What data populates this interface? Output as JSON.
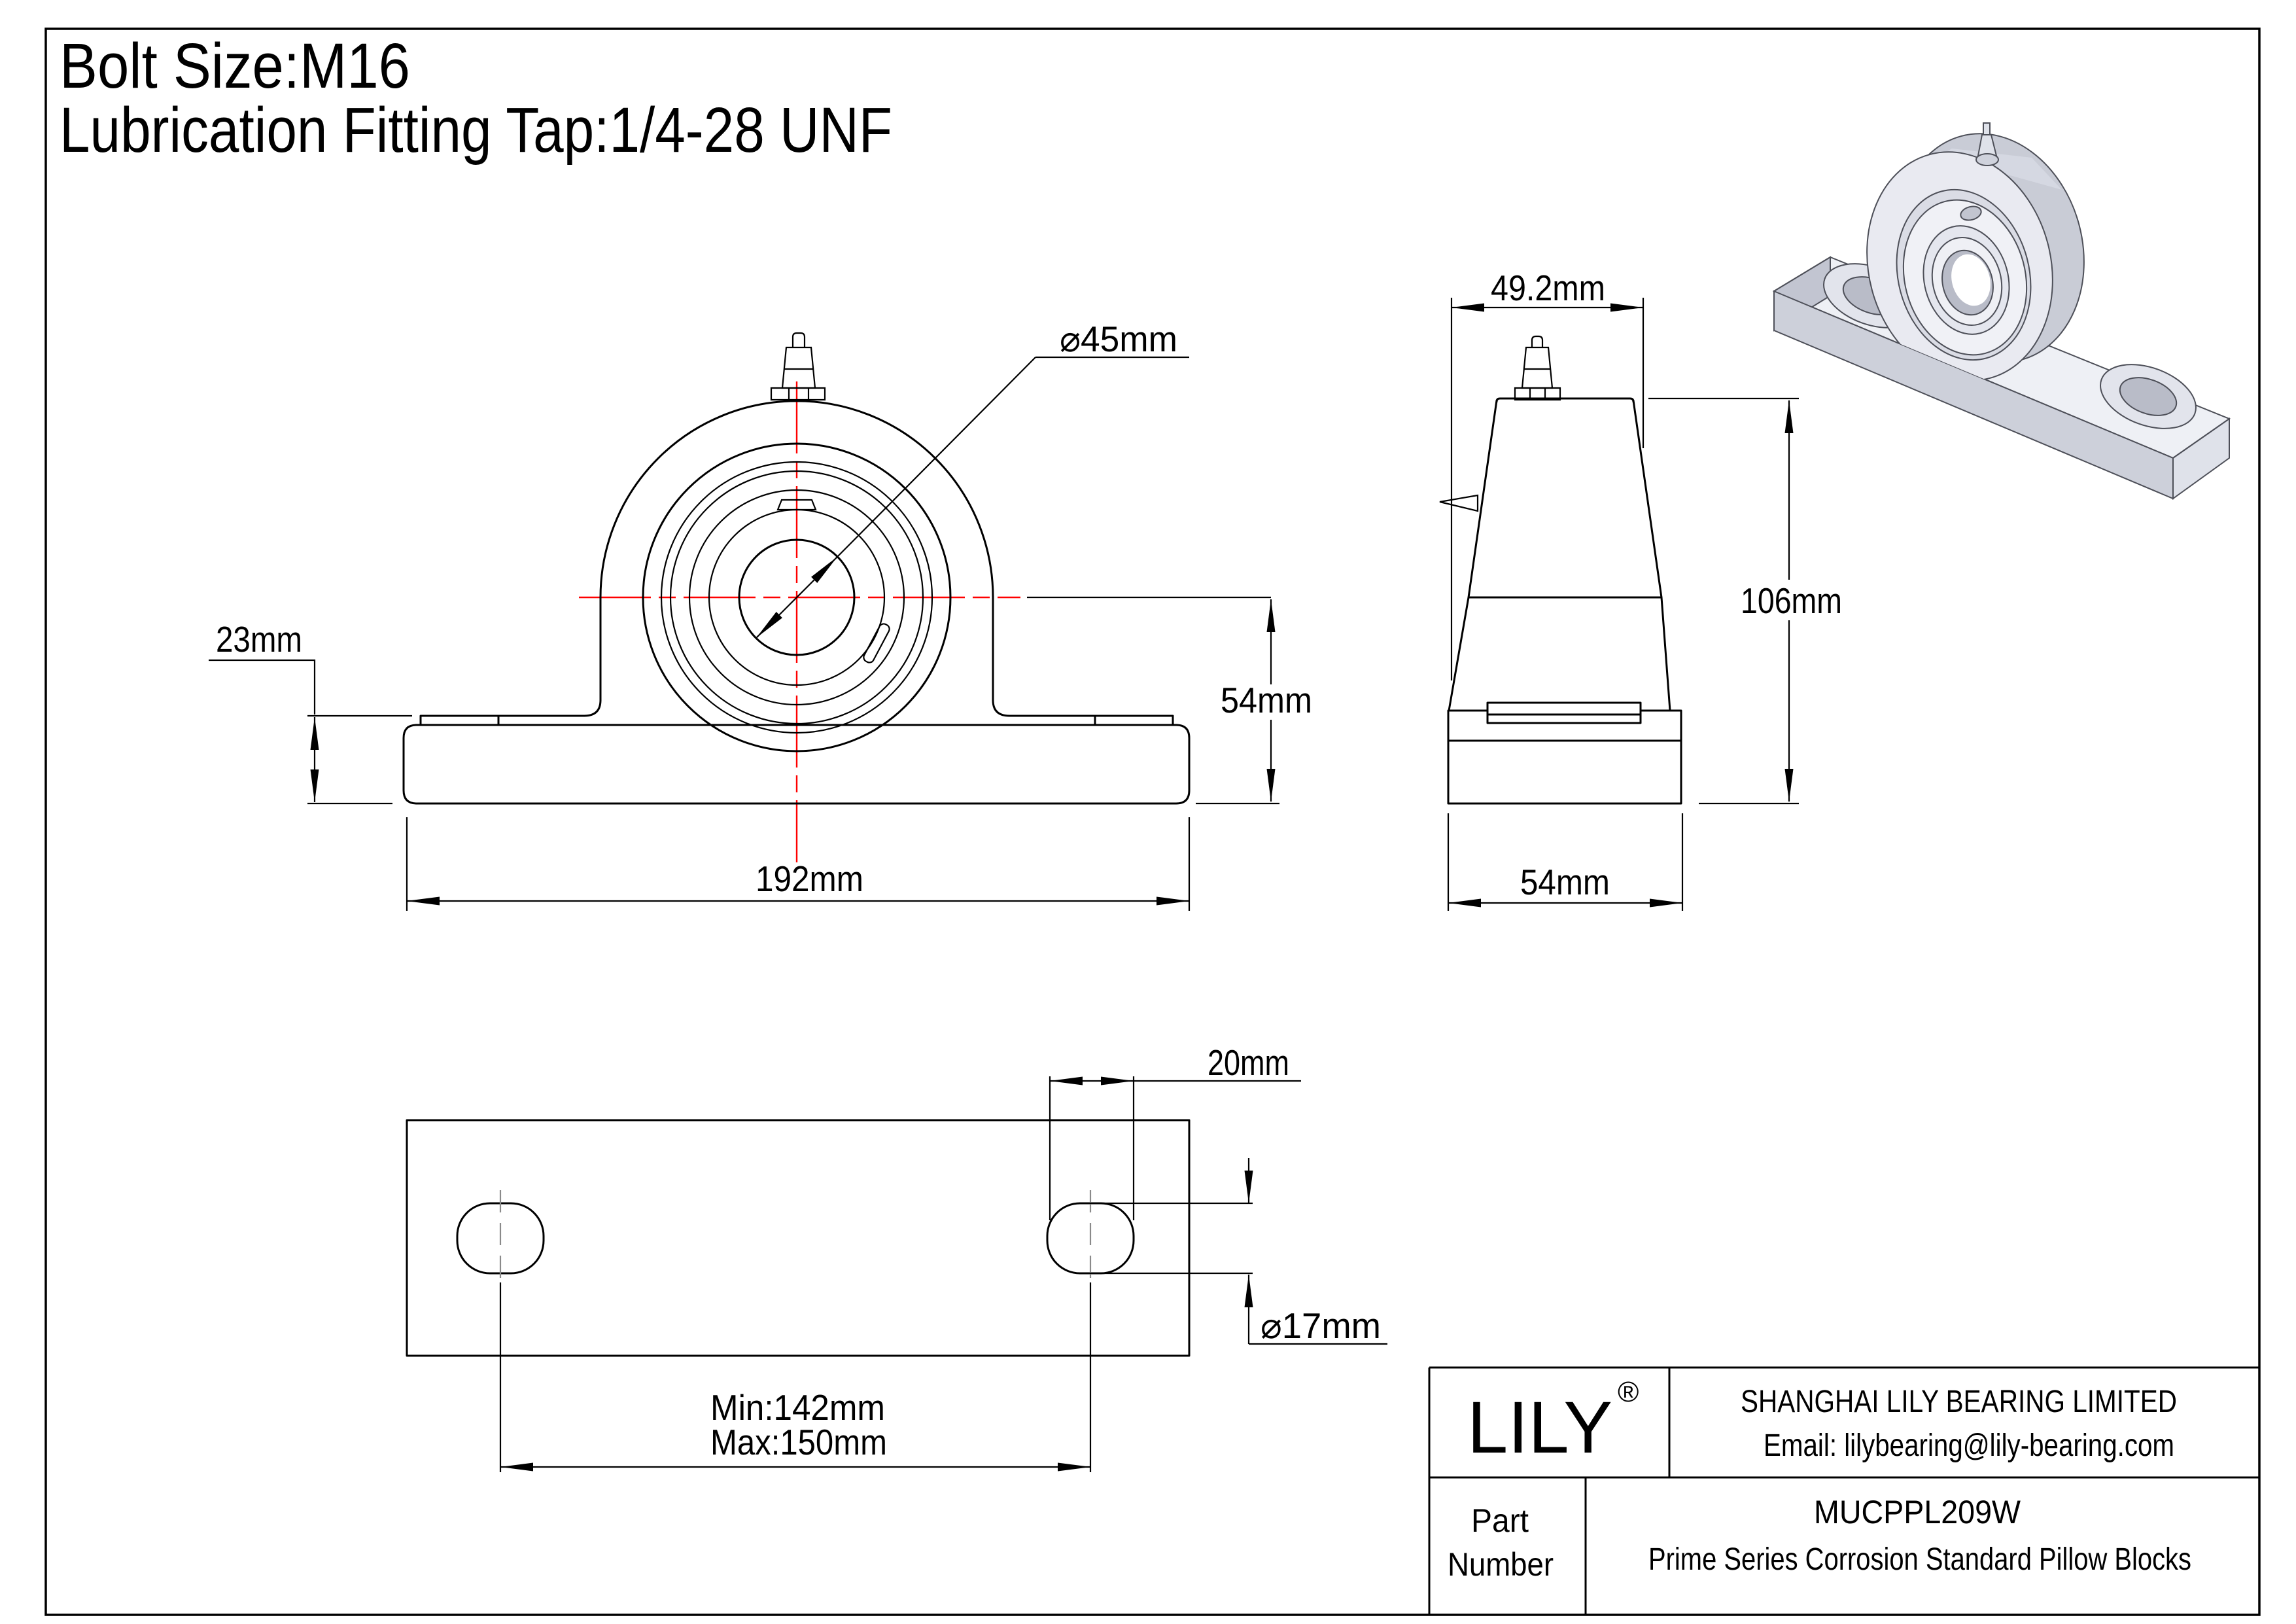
{
  "document": {
    "note_line1": "Bolt Size:M16",
    "note_line2": "Lubrication Fitting Tap:1/4-28 UNF"
  },
  "front_view": {
    "dim_bore": "⌀45mm",
    "dim_base_thickness": "23mm",
    "dim_center_height": "54mm",
    "dim_base_length": "192mm"
  },
  "side_view": {
    "dim_top_width": "49.2mm",
    "dim_height": "106mm",
    "dim_base_width": "54mm"
  },
  "bottom_view": {
    "dim_slot_width": "20mm",
    "dim_slot_diameter": "⌀17mm",
    "dim_bolt_min": "Min:142mm",
    "dim_bolt_max": "Max:150mm"
  },
  "title_block": {
    "logo_text": "LILY",
    "logo_mark": "®",
    "company": "SHANGHAI LILY BEARING LIMITED",
    "email": "Email: lilybearing@lily-bearing.com",
    "part_label_1": "Part",
    "part_label_2": "Number",
    "part_number": "MUCPPL209W",
    "product_line": "Prime Series Corrosion Standard Pillow Blocks"
  },
  "colors": {
    "centerline": "#ff0000",
    "line": "#000000",
    "iso_light": "#eef0f5",
    "iso_mid": "#d5d8e2",
    "iso_dark": "#c2c5d1"
  }
}
